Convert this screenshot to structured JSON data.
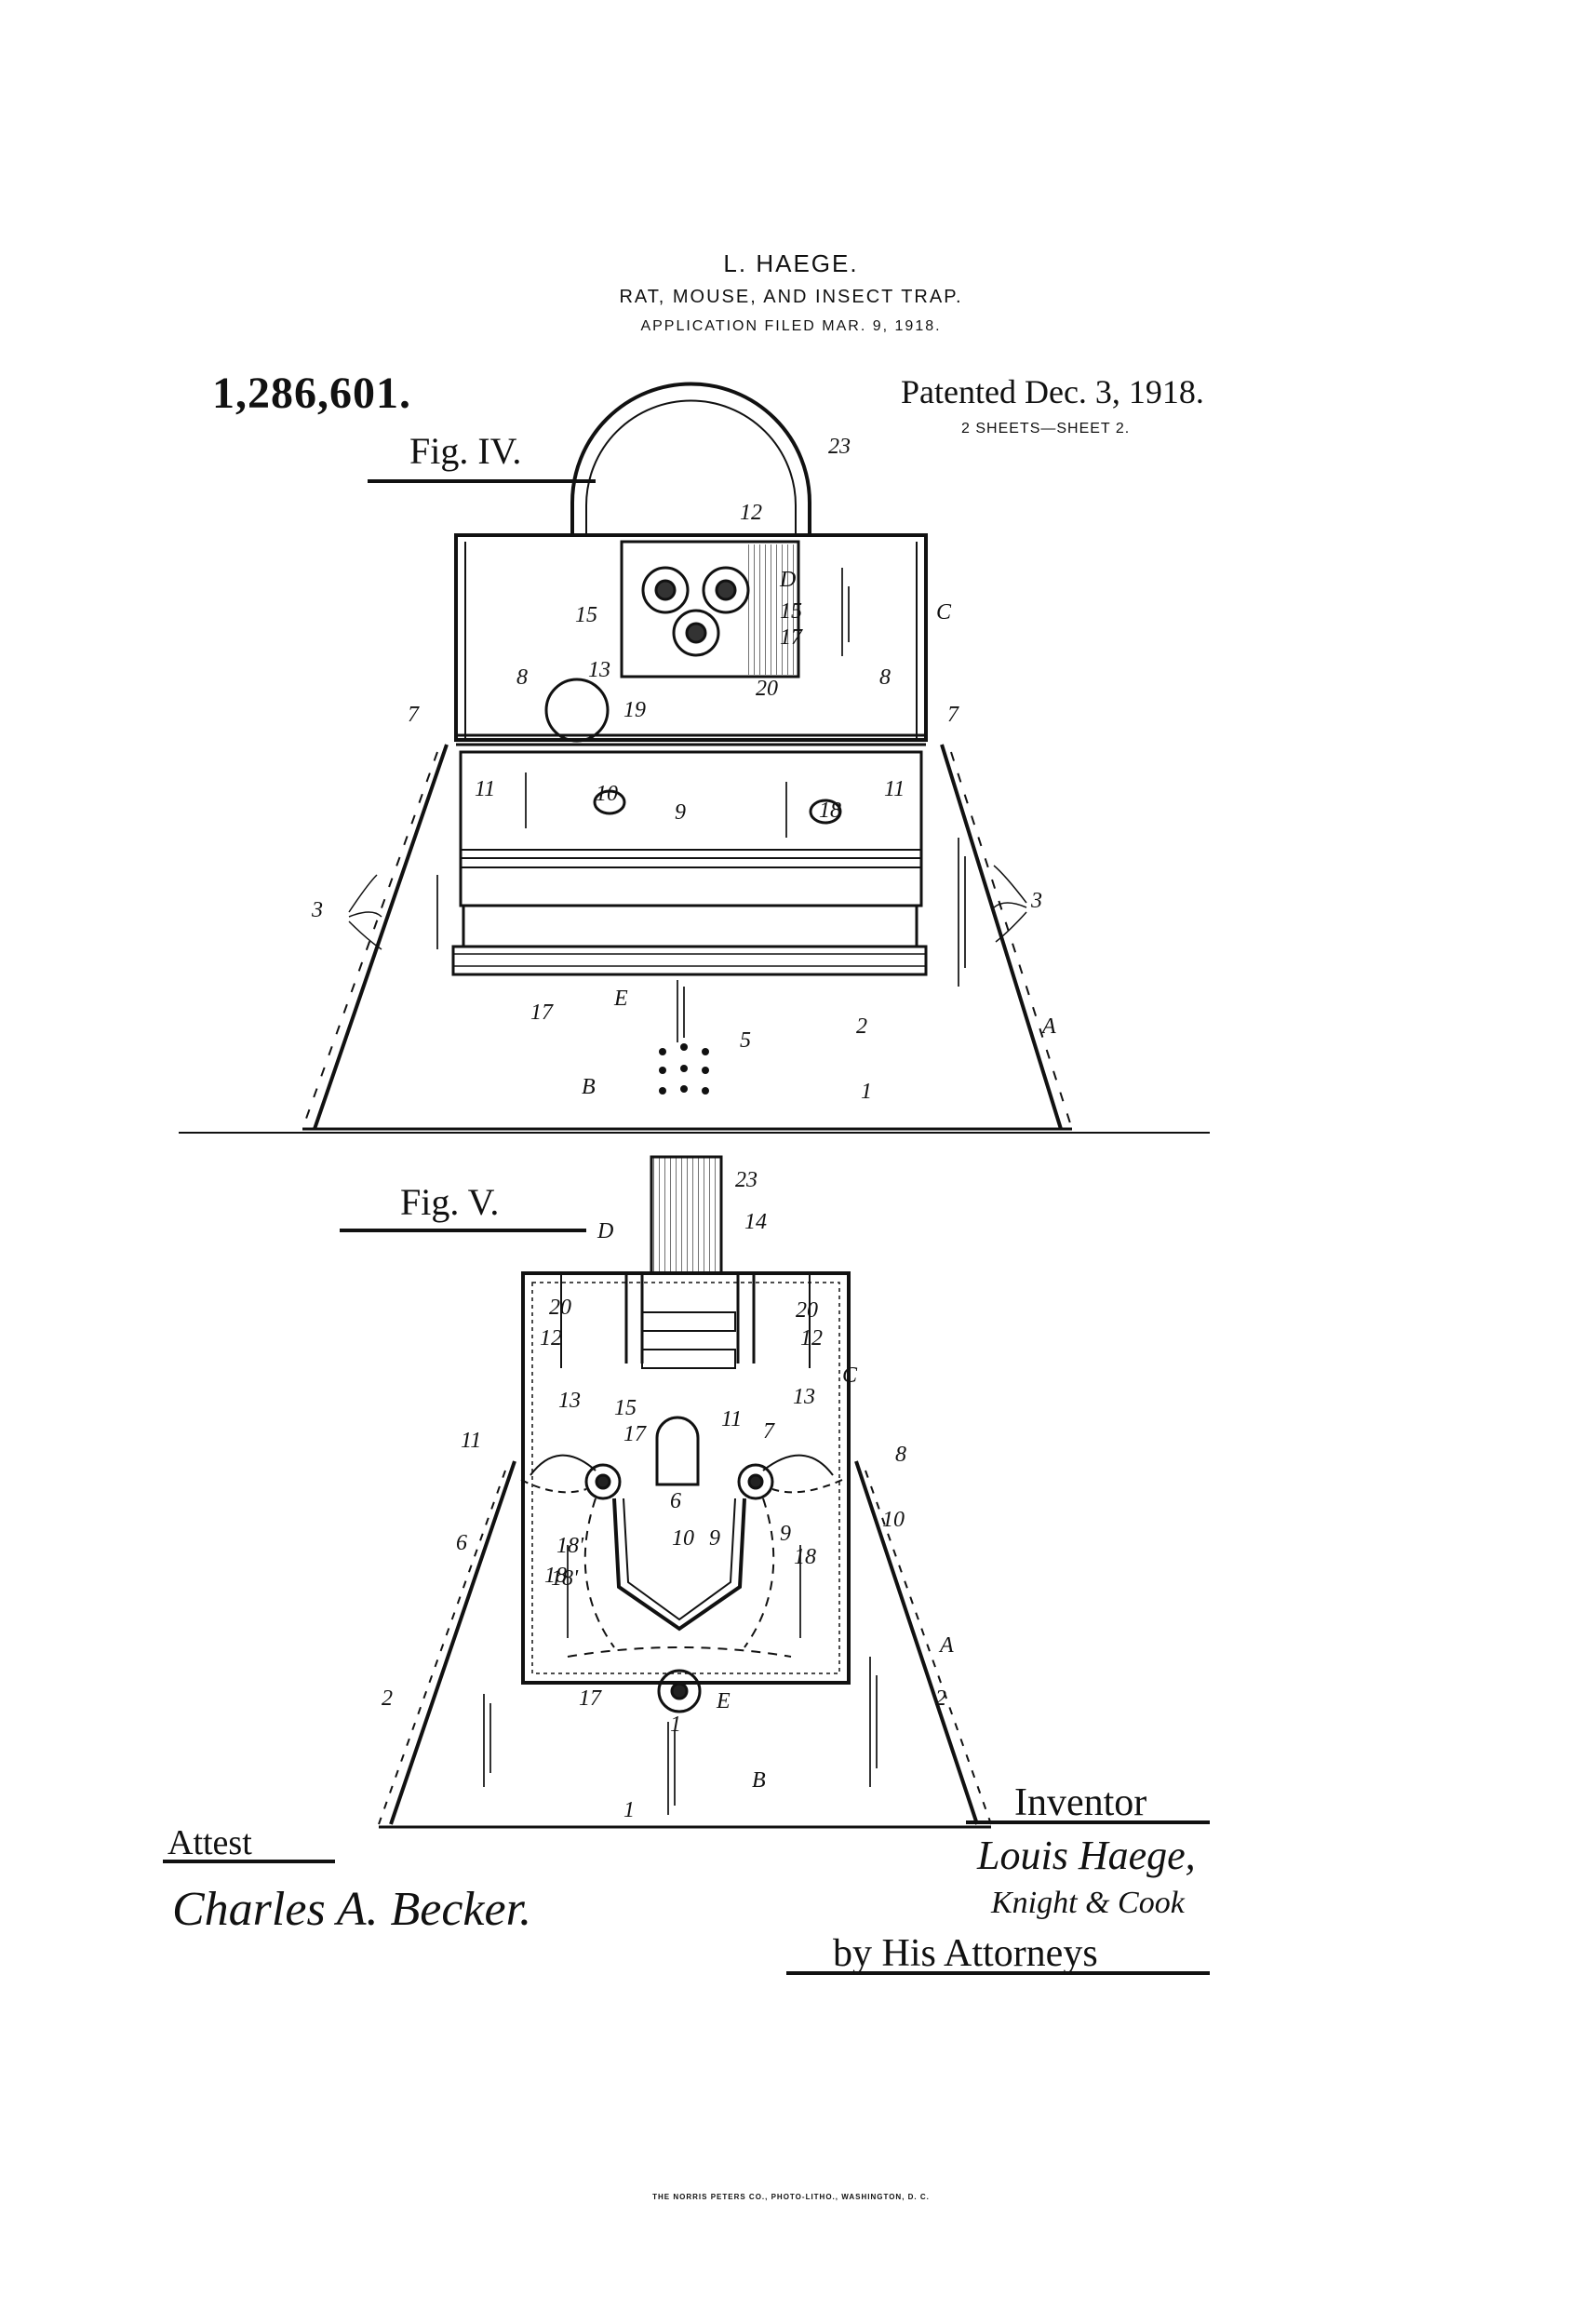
{
  "header": {
    "inventor_name": "L. HAEGE.",
    "title": "RAT, MOUSE, AND INSECT TRAP.",
    "application": "APPLICATION FILED MAR. 9, 1918.",
    "patent_number": "1,286,601.",
    "patented_date": "Patented Dec. 3, 1918.",
    "sheets": "2 SHEETS—SHEET 2."
  },
  "figures": {
    "fig4_label": "Fig. IV.",
    "fig5_label": "Fig. V."
  },
  "fig4_refs": [
    "23",
    "12",
    "D",
    "15",
    "15",
    "17",
    "13",
    "20",
    "C",
    "19",
    "8",
    "8",
    "7",
    "7",
    "11",
    "10",
    "9",
    "18",
    "11",
    "3",
    "3",
    "E",
    "17",
    "5",
    "2",
    "B",
    "1",
    "A"
  ],
  "fig5_refs": [
    "23",
    "D",
    "14",
    "20",
    "20",
    "12",
    "12",
    "C",
    "13",
    "15",
    "13",
    "17",
    "11",
    "7",
    "11",
    "6",
    "8",
    "6",
    "18'",
    "10",
    "9",
    "9",
    "10",
    "18'",
    "18",
    "18",
    "A",
    "17",
    "E",
    "1",
    "2",
    "2",
    "B",
    "1"
  ],
  "signatures": {
    "attest_label": "Attest",
    "witness": "Charles A. Becker.",
    "inventor_label": "Inventor",
    "inventor": "Louis Haege,",
    "attorneys_sig": "Knight & Cook",
    "attorneys_label": "by His Attorneys"
  },
  "footer": "THE NORRIS PETERS CO., PHOTO-LITHO., WASHINGTON, D. C."
}
